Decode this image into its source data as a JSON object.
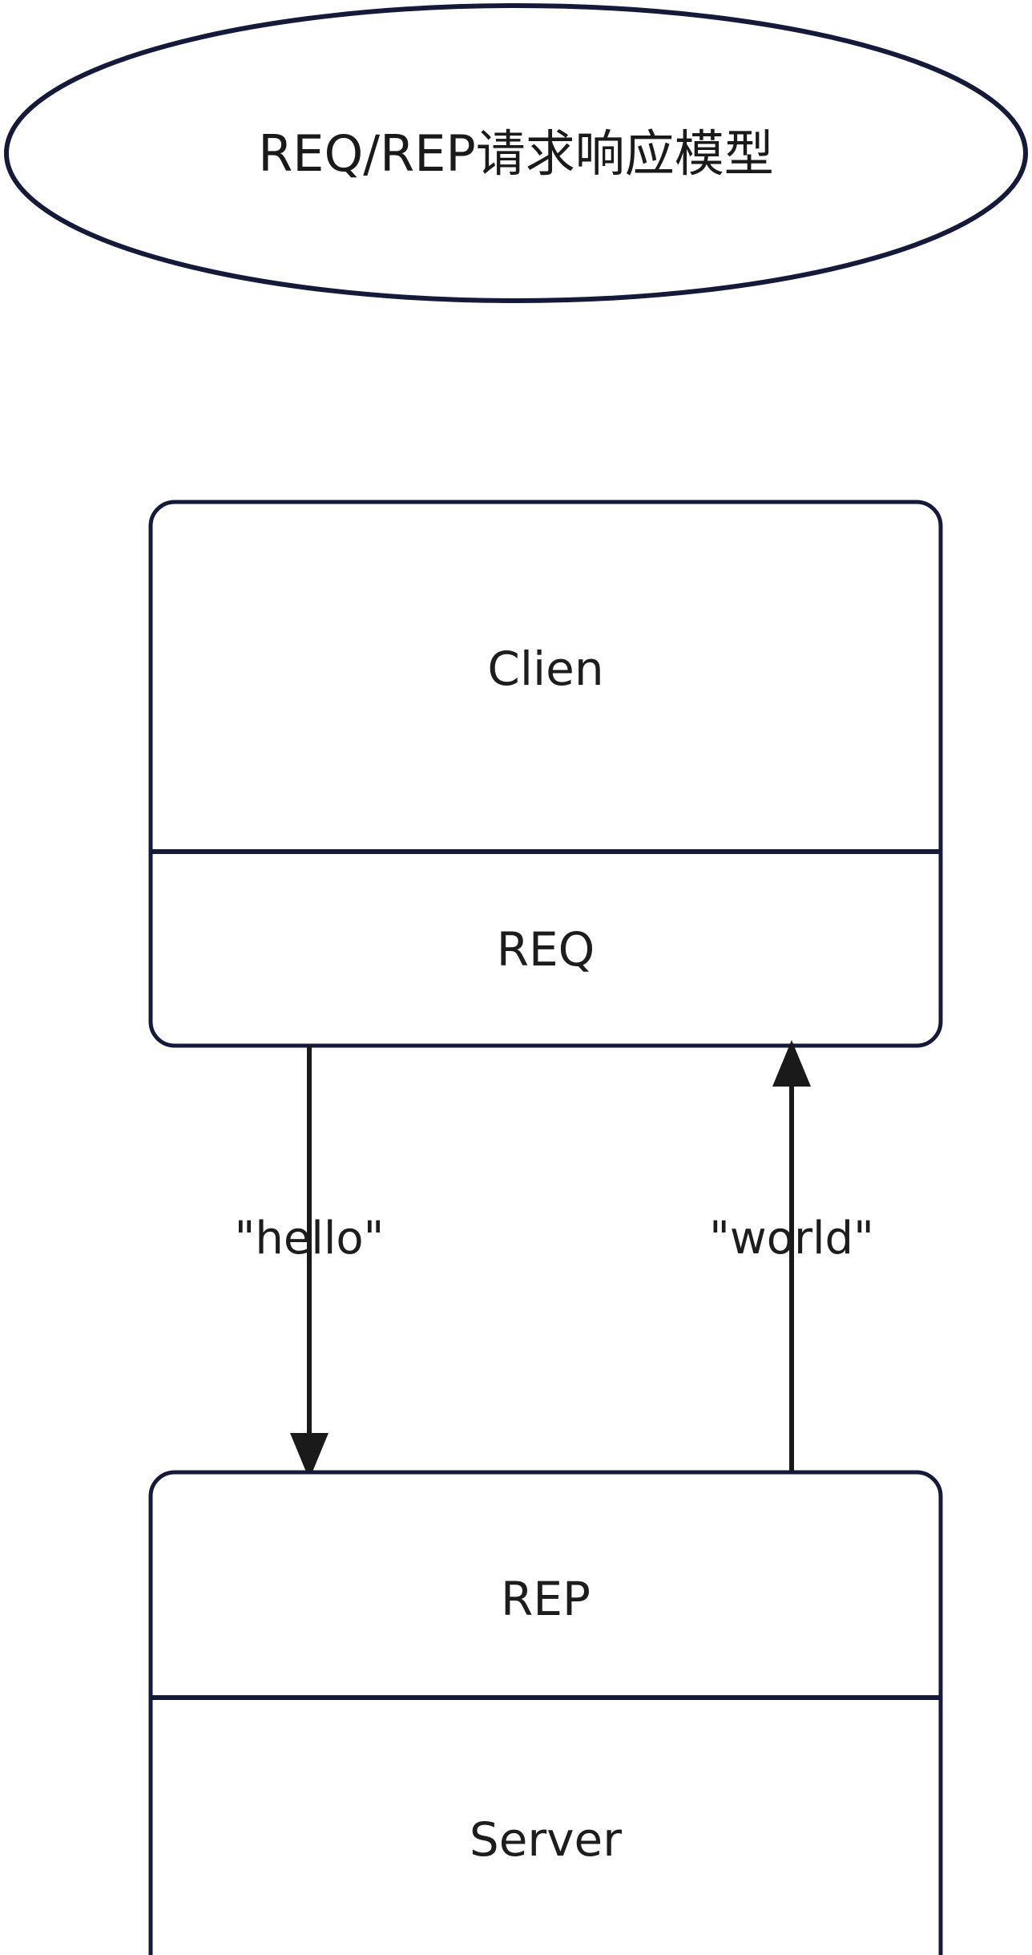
{
  "diagram": {
    "title": "REQ/REP请求响应模型",
    "colors": {
      "shape_stroke": "#151a3a",
      "text": "#1d1d1d",
      "title_text": "#1a1a1a",
      "edge_stroke": "#1a1a1a",
      "background": "#ffffff"
    },
    "nodes": [
      {
        "id": "client",
        "top_label": "Clien",
        "bottom_label": "REQ"
      },
      {
        "id": "server",
        "top_label": "REP",
        "bottom_label": "Server"
      }
    ],
    "edges": [
      {
        "id": "request",
        "label": "\"hello\"",
        "from": "client",
        "to": "server",
        "direction": "down"
      },
      {
        "id": "reply",
        "label": "\"world\"",
        "from": "server",
        "to": "client",
        "direction": "up"
      }
    ]
  }
}
